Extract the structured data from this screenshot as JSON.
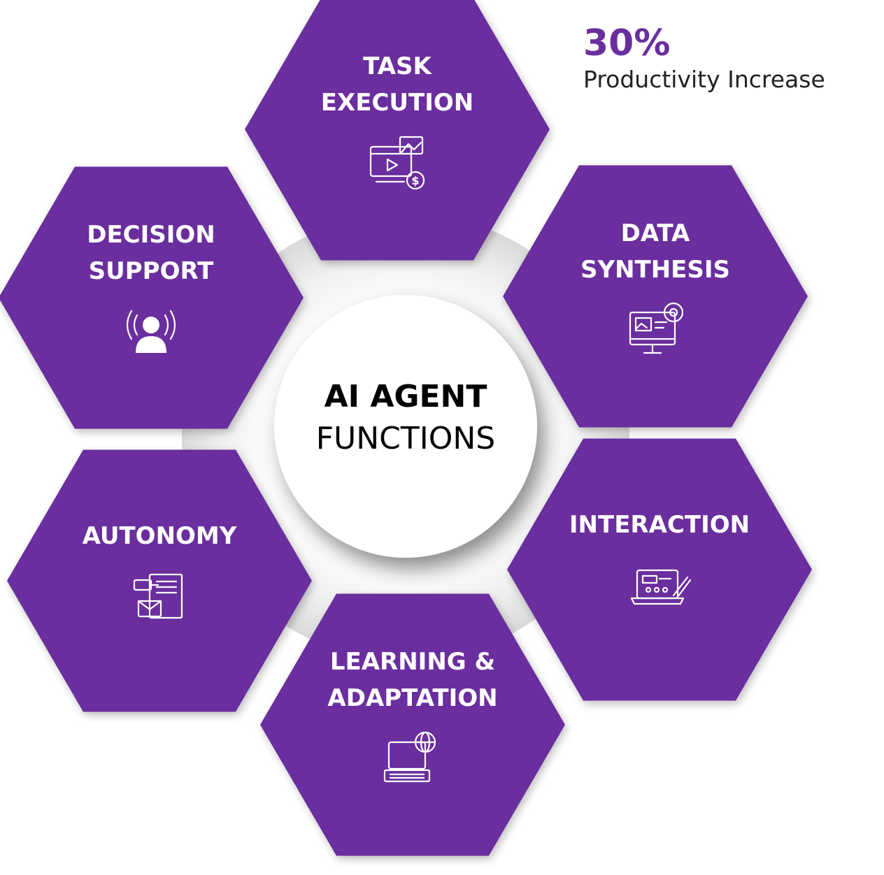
{
  "colors": {
    "hex_fill": "#6a2f9e",
    "accent_text": "#6a2f9e",
    "center_text": "#000000",
    "hex_text": "#ffffff"
  },
  "stat": {
    "value": "30%",
    "label": "Productivity Increase"
  },
  "center": {
    "line1": "AI AGENT",
    "line2": "FUNCTIONS"
  },
  "functions": [
    {
      "id": "task-execution",
      "lines": [
        "TASK",
        "EXECUTION"
      ],
      "icon": "video-money-icon"
    },
    {
      "id": "data-synthesis",
      "lines": [
        "DATA",
        "SYNTHESIS"
      ],
      "icon": "monitor-gear-icon"
    },
    {
      "id": "interaction",
      "lines": [
        "INTERACTION"
      ],
      "icon": "laptop-pen-icon"
    },
    {
      "id": "learning-adaptation",
      "lines": [
        "LEARNING &",
        "ADAPTATION"
      ],
      "icon": "laptop-globe-icon"
    },
    {
      "id": "autonomy",
      "lines": [
        "AUTONOMY"
      ],
      "icon": "documents-mail-icon"
    },
    {
      "id": "decision-support",
      "lines": [
        "DECISION",
        "SUPPORT"
      ],
      "icon": "speaker-person-icon"
    }
  ]
}
